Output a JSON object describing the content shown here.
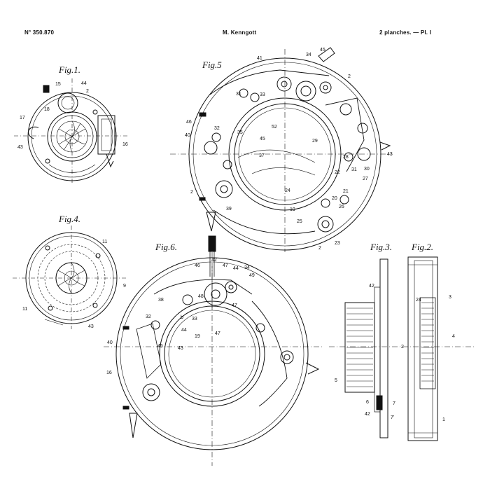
{
  "header": {
    "patent_number": "N° 350.870",
    "inventor": "M. Kenngott",
    "plates": "2 planches. — Pl. I"
  },
  "figures": [
    {
      "key": "fig1",
      "label": "Fig.1."
    },
    {
      "key": "fig4",
      "label": "Fig.4."
    },
    {
      "key": "fig5",
      "label": "Fig.5"
    },
    {
      "key": "fig6",
      "label": "Fig.6."
    },
    {
      "key": "fig3",
      "label": "Fig.3."
    },
    {
      "key": "fig2",
      "label": "Fig.2."
    }
  ],
  "callouts": {
    "fig1": [
      "15",
      "44",
      "2",
      "18",
      "17",
      "43",
      "16"
    ],
    "fig4": [
      "11",
      "9",
      "11",
      "43"
    ],
    "fig5": [
      "41",
      "34",
      "45",
      "2",
      "31",
      "33",
      "46",
      "52",
      "35",
      "45",
      "40",
      "32",
      "37",
      "29",
      "43",
      "28",
      "31",
      "30",
      "27",
      "22",
      "21",
      "20",
      "26",
      "24",
      "19",
      "2",
      "39",
      "25",
      "23",
      "2"
    ],
    "fig6": [
      "42",
      "46",
      "47",
      "44",
      "34",
      "49",
      "38",
      "48",
      "47",
      "32",
      "b",
      "33",
      "44",
      "19",
      "47",
      "45",
      "43",
      "40",
      "16"
    ],
    "fig3": [
      "42",
      "2",
      "5",
      "6",
      "7",
      "42",
      "7'"
    ],
    "fig2": [
      "3",
      "24",
      "4",
      "1"
    ]
  },
  "colors": {
    "ink": "#111111",
    "paper": "#ffffff"
  }
}
